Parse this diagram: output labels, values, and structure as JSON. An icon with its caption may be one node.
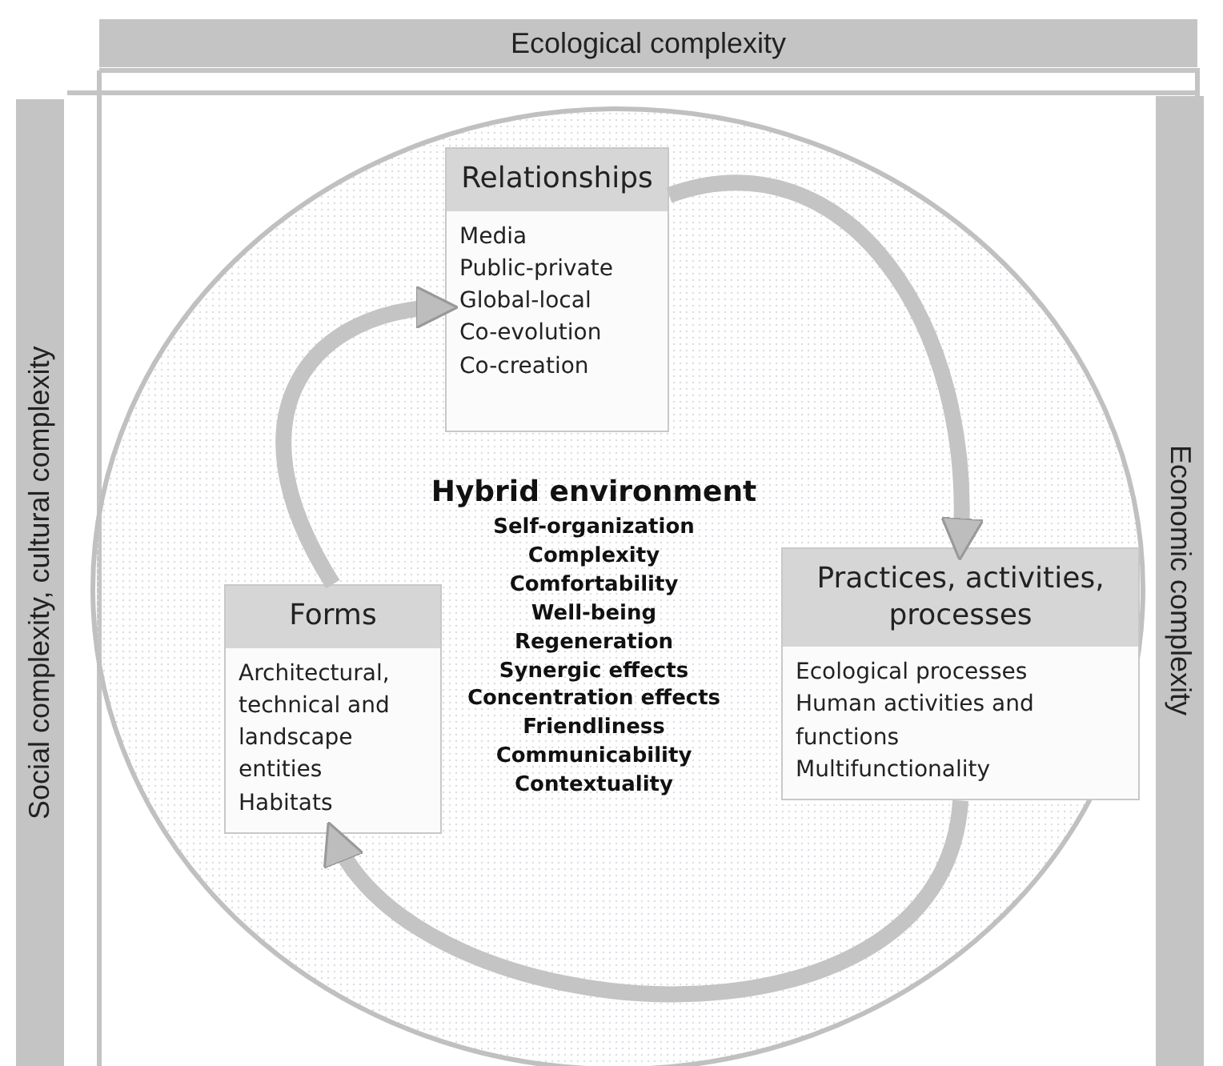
{
  "diagram": {
    "nodes": [
      {
        "text": [
          "Ecological complexity"
        ]
      },
      {
        "text": [
          "Social complexity, cultural complexity"
        ]
      },
      {
        "text": [
          "Economic complexity"
        ]
      },
      {
        "text": [],
        "shape": "circle"
      },
      {
        "text": [
          "Relationships",
          "Media",
          "Public-private",
          "Global-local",
          "Co-evolution",
          "Co-creation"
        ],
        "in": 3
      },
      {
        "text": [
          "Practices, activities, processes",
          "Ecological processes",
          "Human activities and functions",
          "Multifunctionality"
        ],
        "in": 3
      },
      {
        "text": [
          "Forms",
          "Architectural, technical and landscape entities",
          "Habitats"
        ],
        "in": 3
      }
    ],
    "edges": [
      {
        "from": 4,
        "to": 5,
        "arrow": "to"
      },
      {
        "from": 5,
        "to": 6,
        "arrow": "to"
      },
      {
        "from": 6,
        "to": 4,
        "arrow": "to"
      }
    ],
    "labels": [
      "Hybrid environment",
      "Self-organization",
      "Complexity",
      "Comfortability",
      "Well-being",
      "Regeneration",
      "Synergic effects",
      "Concentration effects",
      "Friendliness",
      "Communicability",
      "Contextuality"
    ]
  }
}
